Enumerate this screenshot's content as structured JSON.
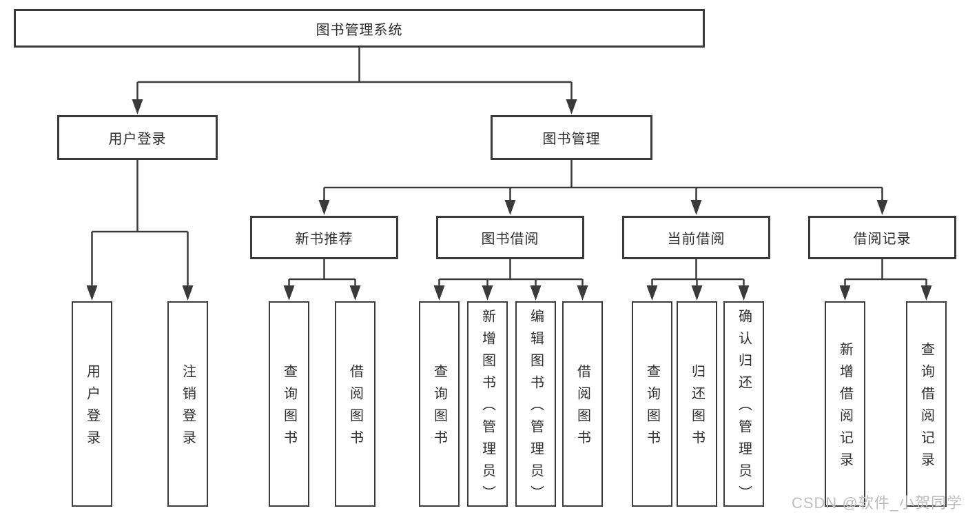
{
  "diagram": {
    "type": "hierarchy",
    "root": {
      "label": "图书管理系统"
    },
    "level2": [
      {
        "label": "用户登录"
      },
      {
        "label": "图书管理"
      }
    ],
    "level3": [
      {
        "label": "新书推荐",
        "parent": "图书管理"
      },
      {
        "label": "图书借阅",
        "parent": "图书管理"
      },
      {
        "label": "当前借阅",
        "parent": "图书管理"
      },
      {
        "label": "借阅记录",
        "parent": "图书管理"
      }
    ],
    "leaf_groups": [
      {
        "parent": "用户登录",
        "items": [
          {
            "label": "用户登录"
          },
          {
            "label": "注销登录"
          }
        ]
      },
      {
        "parent": "新书推荐",
        "items": [
          {
            "label": "查询图书"
          },
          {
            "label": "借阅图书"
          }
        ]
      },
      {
        "parent": "图书借阅",
        "items": [
          {
            "label": "查询图书"
          },
          {
            "label": "新增图书（管理员）"
          },
          {
            "label": "编辑图书（管理员）"
          },
          {
            "label": "借阅图书"
          }
        ]
      },
      {
        "parent": "当前借阅",
        "items": [
          {
            "label": "查询图书"
          },
          {
            "label": "归还图书"
          },
          {
            "label": "确认归还（管理员）"
          }
        ]
      },
      {
        "parent": "借阅记录",
        "items": [
          {
            "label": "新增借阅记录"
          },
          {
            "label": "查询借阅记录"
          }
        ]
      }
    ]
  },
  "watermark": {
    "text": "CSDN @软件_小贺同学",
    "color": "#bdbdbd"
  },
  "colors": {
    "background": "#ffffff",
    "line": "#3a3a3a",
    "box_border": "#3a3a3a",
    "text": "#2d2d2d"
  }
}
